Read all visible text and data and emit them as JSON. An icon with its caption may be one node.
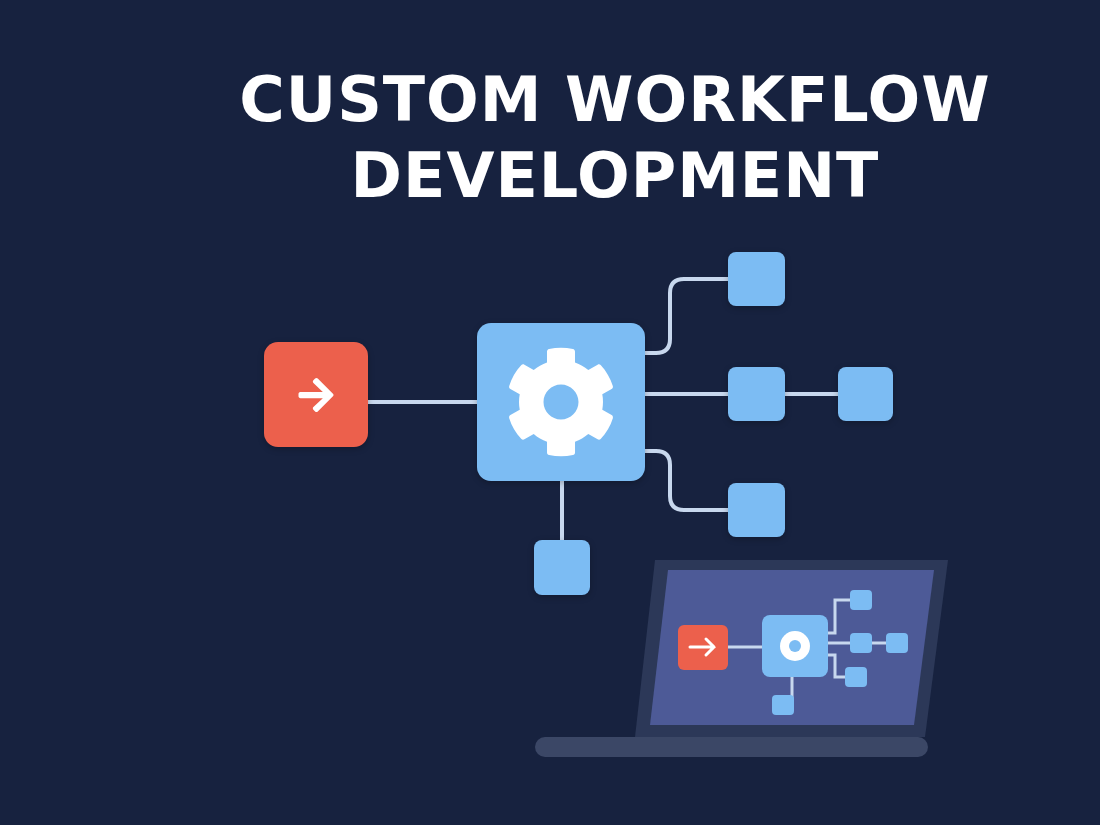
{
  "diagram": {
    "title": "CUSTOM WORKFLOW DEVELOPMENT",
    "nodes": [
      {
        "text": [],
        "shape": "box"
      },
      {
        "text": [],
        "shape": "box"
      },
      {
        "text": [],
        "shape": "box"
      },
      {
        "text": [],
        "shape": "box"
      },
      {
        "text": [],
        "shape": "box"
      },
      {
        "text": [],
        "shape": "box"
      },
      {
        "text": [],
        "shape": "box"
      }
    ],
    "edges": [
      {
        "from": 0,
        "to": 1,
        "arrow": "none"
      },
      {
        "from": 1,
        "to": 2,
        "arrow": "none"
      },
      {
        "from": 1,
        "to": 3,
        "arrow": "none"
      },
      {
        "from": 3,
        "to": 4,
        "arrow": "none"
      },
      {
        "from": 1,
        "to": 5,
        "arrow": "none"
      },
      {
        "from": 1,
        "to": 6,
        "arrow": "none"
      }
    ]
  }
}
